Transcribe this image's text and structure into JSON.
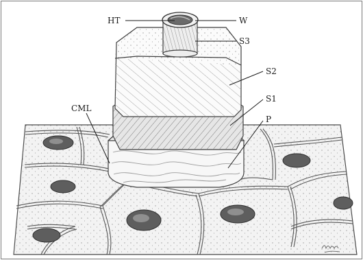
{
  "labels": {
    "ht": "HT",
    "w": "W",
    "s3": "S3",
    "s2": "S2",
    "s1": "S1",
    "p": "P",
    "cml": "CML"
  },
  "signature": "Kalina",
  "colors": {
    "paper": "#ffffff",
    "pencil": "#4a4a4a",
    "shading": "#8a8a8a",
    "tissue_fill": "#f3f3f3",
    "nucleus": "#5e5e5e"
  }
}
